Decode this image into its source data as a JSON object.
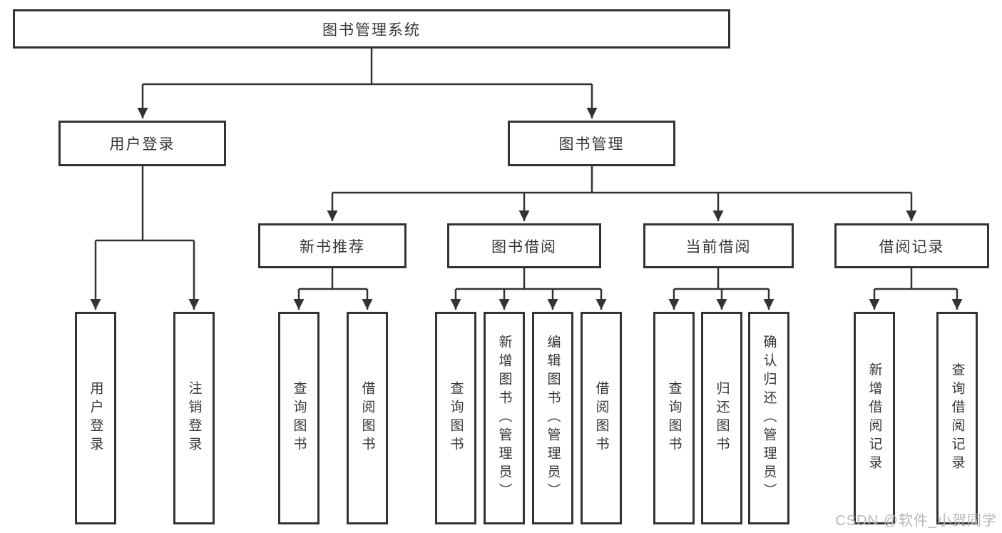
{
  "diagram": {
    "root": {
      "label": "图书管理系统"
    },
    "level1": [
      {
        "label": "用户登录",
        "children": [
          "用户登录",
          "注销登录"
        ]
      },
      {
        "label": "图书管理"
      }
    ],
    "level2": [
      {
        "label": "新书推荐",
        "children": [
          "查询图书",
          "借阅图书"
        ]
      },
      {
        "label": "图书借阅",
        "children": [
          "查询图书",
          "新增图书（管理员）",
          "编辑图书（管理员）",
          "借阅图书"
        ]
      },
      {
        "label": "当前借阅",
        "children": [
          "查询图书",
          "归还图书",
          "确认归还（管理员）"
        ]
      },
      {
        "label": "借阅记录",
        "children": [
          "新增借阅记录",
          "查询借阅记录"
        ]
      }
    ]
  },
  "watermark": {
    "text": "CSDN @软件_小贺同学"
  },
  "colors": {
    "line": "#333333",
    "border": "#333333",
    "text": "#363636",
    "watermark": "#b5b7bb",
    "background": "#ffffff"
  }
}
